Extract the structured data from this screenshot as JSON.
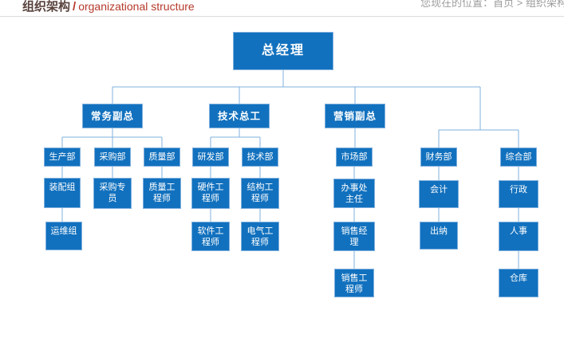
{
  "page": {
    "title_zh": "组织架构",
    "title_sep": "/",
    "title_en": "organizational structure",
    "breadcrumb": "您现在的位置：首页 > 组织架构"
  },
  "colors": {
    "node_fill": "#1271be",
    "node_border": "#7fb0de",
    "connector_line": "#7fb2dd",
    "title_zh_color": "#58423c",
    "title_en_color": "#b5392b",
    "breadcrumb_color": "#9b9b9b"
  },
  "org": {
    "nodes": [
      {
        "label": "总经理",
        "name": "general-manager",
        "level": 1,
        "parent": null
      },
      {
        "label": "常务副总",
        "name": "executive-vice-president",
        "level": 2,
        "parent": "general-manager"
      },
      {
        "label": "技术总工",
        "name": "chief-engineer",
        "level": 2,
        "parent": "general-manager"
      },
      {
        "label": "营销副总",
        "name": "marketing-vice-president",
        "level": 2,
        "parent": "general-manager"
      },
      {
        "label": "生产部",
        "name": "production-dept",
        "level": 3,
        "parent": "executive-vice-president"
      },
      {
        "label": "采购部",
        "name": "purchasing-dept",
        "level": 3,
        "parent": "executive-vice-president"
      },
      {
        "label": "质量部",
        "name": "quality-dept",
        "level": 3,
        "parent": "executive-vice-president"
      },
      {
        "label": "研发部",
        "name": "rd-dept",
        "level": 3,
        "parent": "chief-engineer"
      },
      {
        "label": "技术部",
        "name": "technical-dept",
        "level": 3,
        "parent": "chief-engineer"
      },
      {
        "label": "市场部",
        "name": "market-dept",
        "level": 3,
        "parent": "marketing-vice-president"
      },
      {
        "label": "财务部",
        "name": "finance-dept",
        "level": 3,
        "parent": "general-manager"
      },
      {
        "label": "综合部",
        "name": "general-affairs-dept",
        "level": 3,
        "parent": "general-manager"
      },
      {
        "label": "装配组",
        "name": "assembly-group",
        "level": 4,
        "parent": "production-dept"
      },
      {
        "label": "采购专员",
        "name": "purchasing-specialist",
        "level": 4,
        "parent": "purchasing-dept"
      },
      {
        "label": "质量工程师",
        "name": "quality-engineer",
        "level": 4,
        "parent": "quality-dept"
      },
      {
        "label": "硬件工程师",
        "name": "hardware-engineer",
        "level": 4,
        "parent": "rd-dept"
      },
      {
        "label": "结构工程师",
        "name": "structural-engineer",
        "level": 4,
        "parent": "technical-dept"
      },
      {
        "label": "办事处主任",
        "name": "office-director",
        "level": 4,
        "parent": "market-dept"
      },
      {
        "label": "会计",
        "name": "accountant",
        "level": 4,
        "parent": "finance-dept"
      },
      {
        "label": "行政",
        "name": "administration",
        "level": 4,
        "parent": "general-affairs-dept"
      },
      {
        "label": "运维组",
        "name": "operations-group",
        "level": 5,
        "parent": "assembly-group"
      },
      {
        "label": "软件工程师",
        "name": "software-engineer",
        "level": 5,
        "parent": "hardware-engineer"
      },
      {
        "label": "电气工程师",
        "name": "electrical-engineer",
        "level": 5,
        "parent": "structural-engineer"
      },
      {
        "label": "销售经理",
        "name": "sales-manager",
        "level": 5,
        "parent": "office-director"
      },
      {
        "label": "出纳",
        "name": "cashier",
        "level": 5,
        "parent": "accountant"
      },
      {
        "label": "人事",
        "name": "hr",
        "level": 5,
        "parent": "administration"
      },
      {
        "label": "销售工程师",
        "name": "sales-engineer",
        "level": 6,
        "parent": "sales-manager"
      },
      {
        "label": "仓库",
        "name": "warehouse",
        "level": 6,
        "parent": "hr"
      }
    ]
  }
}
